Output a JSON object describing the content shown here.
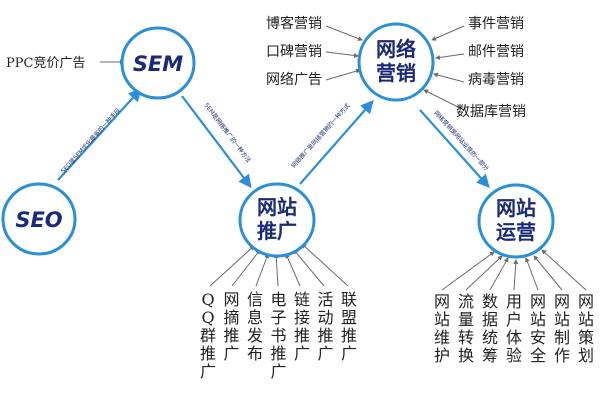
{
  "colors": {
    "node_fill": "#ffffff",
    "node_stroke": "#2a8fd8",
    "node_text": "#1a2a78",
    "main_arrow": "#2a8fd8",
    "side_arrow": "#6b6b6b",
    "label_text": "#222222"
  },
  "nodes": {
    "seo": "SEO",
    "sem": "SEM",
    "marketing": [
      "网络",
      "营销"
    ],
    "promotion": [
      "网站",
      "推广"
    ],
    "operation": [
      "网站",
      "运营"
    ]
  },
  "links": {
    "seo_sem": "SEO是SEM优化最省的一种手段",
    "sem_promo": "SEM是网络推广的一种方法",
    "promo_mkt": "网络推广是网络营销的一种方式",
    "mkt_ops": "网络营销是网站运营的一部分"
  },
  "sem_side": "PPC竞价广告",
  "marketing_left": [
    "博客营销",
    "口碑营销",
    "网络广告"
  ],
  "marketing_right": [
    "事件营销",
    "邮件营销",
    "病毒营销",
    "数据库营销"
  ],
  "promotion_items": [
    "QQ群推广",
    "网摘推广",
    "信息发布",
    "电子书推广",
    "链接推广",
    "活动推广",
    "联盟推广"
  ],
  "operation_items": [
    "网站维护",
    "流量转换",
    "数据统筹",
    "用户体验",
    "网站安全",
    "网站制作",
    "网站策划"
  ]
}
